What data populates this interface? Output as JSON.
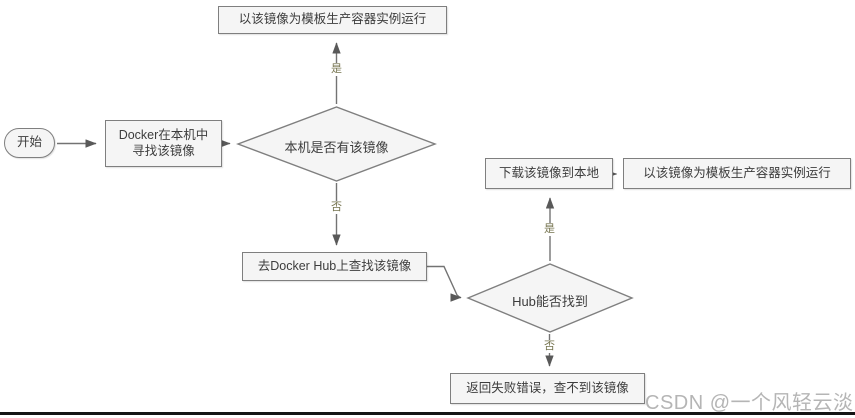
{
  "diagram": {
    "nodes": {
      "start": {
        "label": "开始"
      },
      "find_local": {
        "label": "Docker在本机中\n寻找该镜像"
      },
      "local_decision": {
        "label": "本机是否有该镜像"
      },
      "run_top": {
        "label": "以该镜像为模板生产容器实例运行"
      },
      "search_hub": {
        "label": "去Docker Hub上查找该镜像"
      },
      "hub_decision": {
        "label": "Hub能否找到"
      },
      "download": {
        "label": "下载该镜像到本地"
      },
      "run_right": {
        "label": "以该镜像为模板生产容器实例运行"
      },
      "fail": {
        "label": "返回失败错误，查不到该镜像"
      }
    },
    "edge_labels": {
      "local_yes": "是",
      "local_no": "否",
      "hub_yes": "是",
      "hub_no": "否"
    },
    "colors": {
      "node_fill": "#f5f5f5",
      "node_border": "#7f7f7f",
      "connector": "#737373",
      "arrowhead": "#595959",
      "node_text": "#3d3d3d",
      "edge_label_text": "#76744f",
      "watermark_text": "#b5b5b5",
      "bottom_rule": "#141414"
    }
  },
  "watermark": {
    "text": "CSDN @一个风轻云淡"
  }
}
